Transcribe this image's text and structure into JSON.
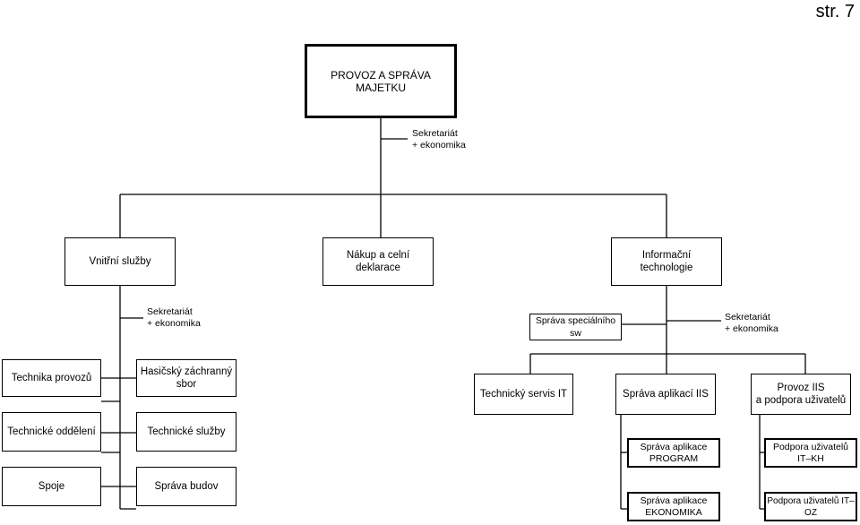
{
  "page_number": "str. 7",
  "root": "PROVOZ A SPRÁVA MAJETKU",
  "root_staff": "Sekretariát\n+ ekonomika",
  "level1": {
    "vnitrni": "Vnitřní služby",
    "nakup": "Nákup a celní deklarace",
    "it": "Informační\ntechnologie"
  },
  "vnitrni_staff": "Sekretariát\n+ ekonomika",
  "vnitrni_left": [
    "Technika provozů",
    "Technické oddělení",
    "Spoje"
  ],
  "vnitrni_right": [
    "Hasičský záchranný\nsbor",
    "Technické služby",
    "Správa budov"
  ],
  "it_side": "Správa speciálního sw",
  "it_staff": "Sekretariát\n+ ekonomika",
  "it_units": [
    "Technický servis IT",
    "Správa aplikací IIS",
    "Provoz IIS\na podpora uživatelů"
  ],
  "aplikace_sub": [
    "Správa aplikace\nPROGRAM",
    "Správa aplikace\nEKONOMIKA"
  ],
  "podpora_sub": [
    "Podpora uživatelů\nIT–KH",
    "Podpora uživatelů IT–OZ"
  ]
}
